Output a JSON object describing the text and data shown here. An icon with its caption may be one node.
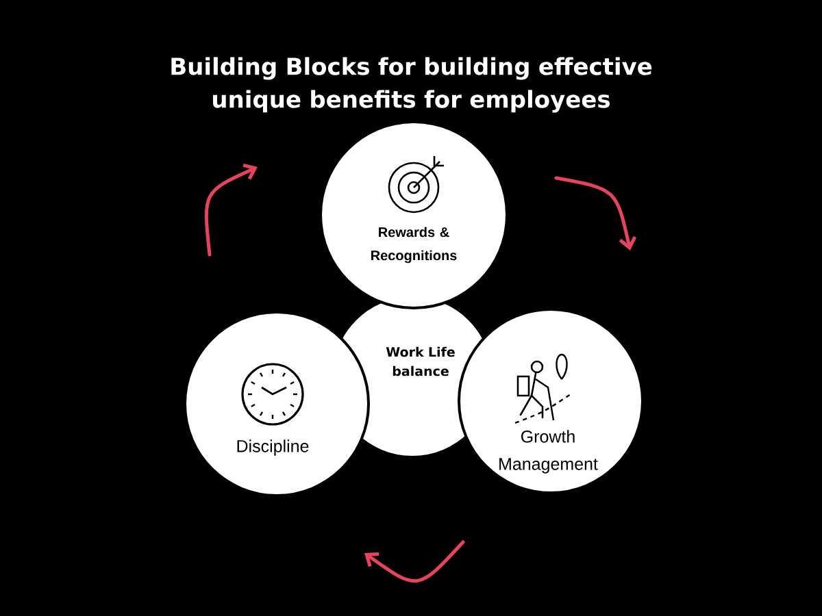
{
  "diagram": {
    "title": "Building Blocks for building effective unique benefits for employees",
    "nodes": [
      {
        "text": [
          "Rewards & Recognitions"
        ]
      },
      {
        "text": [
          "Work Life balance"
        ]
      },
      {
        "text": [
          "Discipline"
        ]
      },
      {
        "text": [
          "Growth Management"
        ]
      }
    ]
  }
}
